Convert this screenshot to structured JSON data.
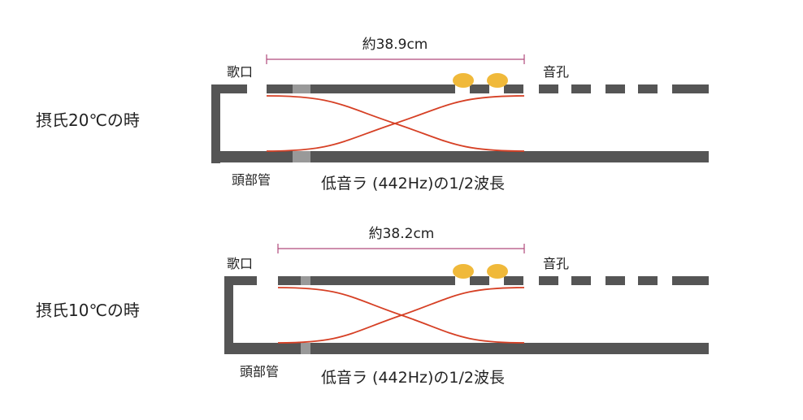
{
  "colors": {
    "tube": "#555555",
    "joint": "#999999",
    "wave": "#d64025",
    "measure": "#b04a7c",
    "key": "#f0b93a",
    "text": "#222222"
  },
  "diagrams": [
    {
      "temperature_label": "摂氏20℃の時",
      "measure_label": "約38.9cm",
      "embouchure_label": "歌口",
      "tone_hole_label": "音孔",
      "headjoint_label": "頭部管",
      "wave_label": "低音ラ (442Hz)の1/2波長"
    },
    {
      "temperature_label": "摂氏10℃の時",
      "measure_label": "約38.2cm",
      "embouchure_label": "歌口",
      "tone_hole_label": "音孔",
      "headjoint_label": "頭部管",
      "wave_label": "低音ラ (442Hz)の1/2波長"
    }
  ]
}
